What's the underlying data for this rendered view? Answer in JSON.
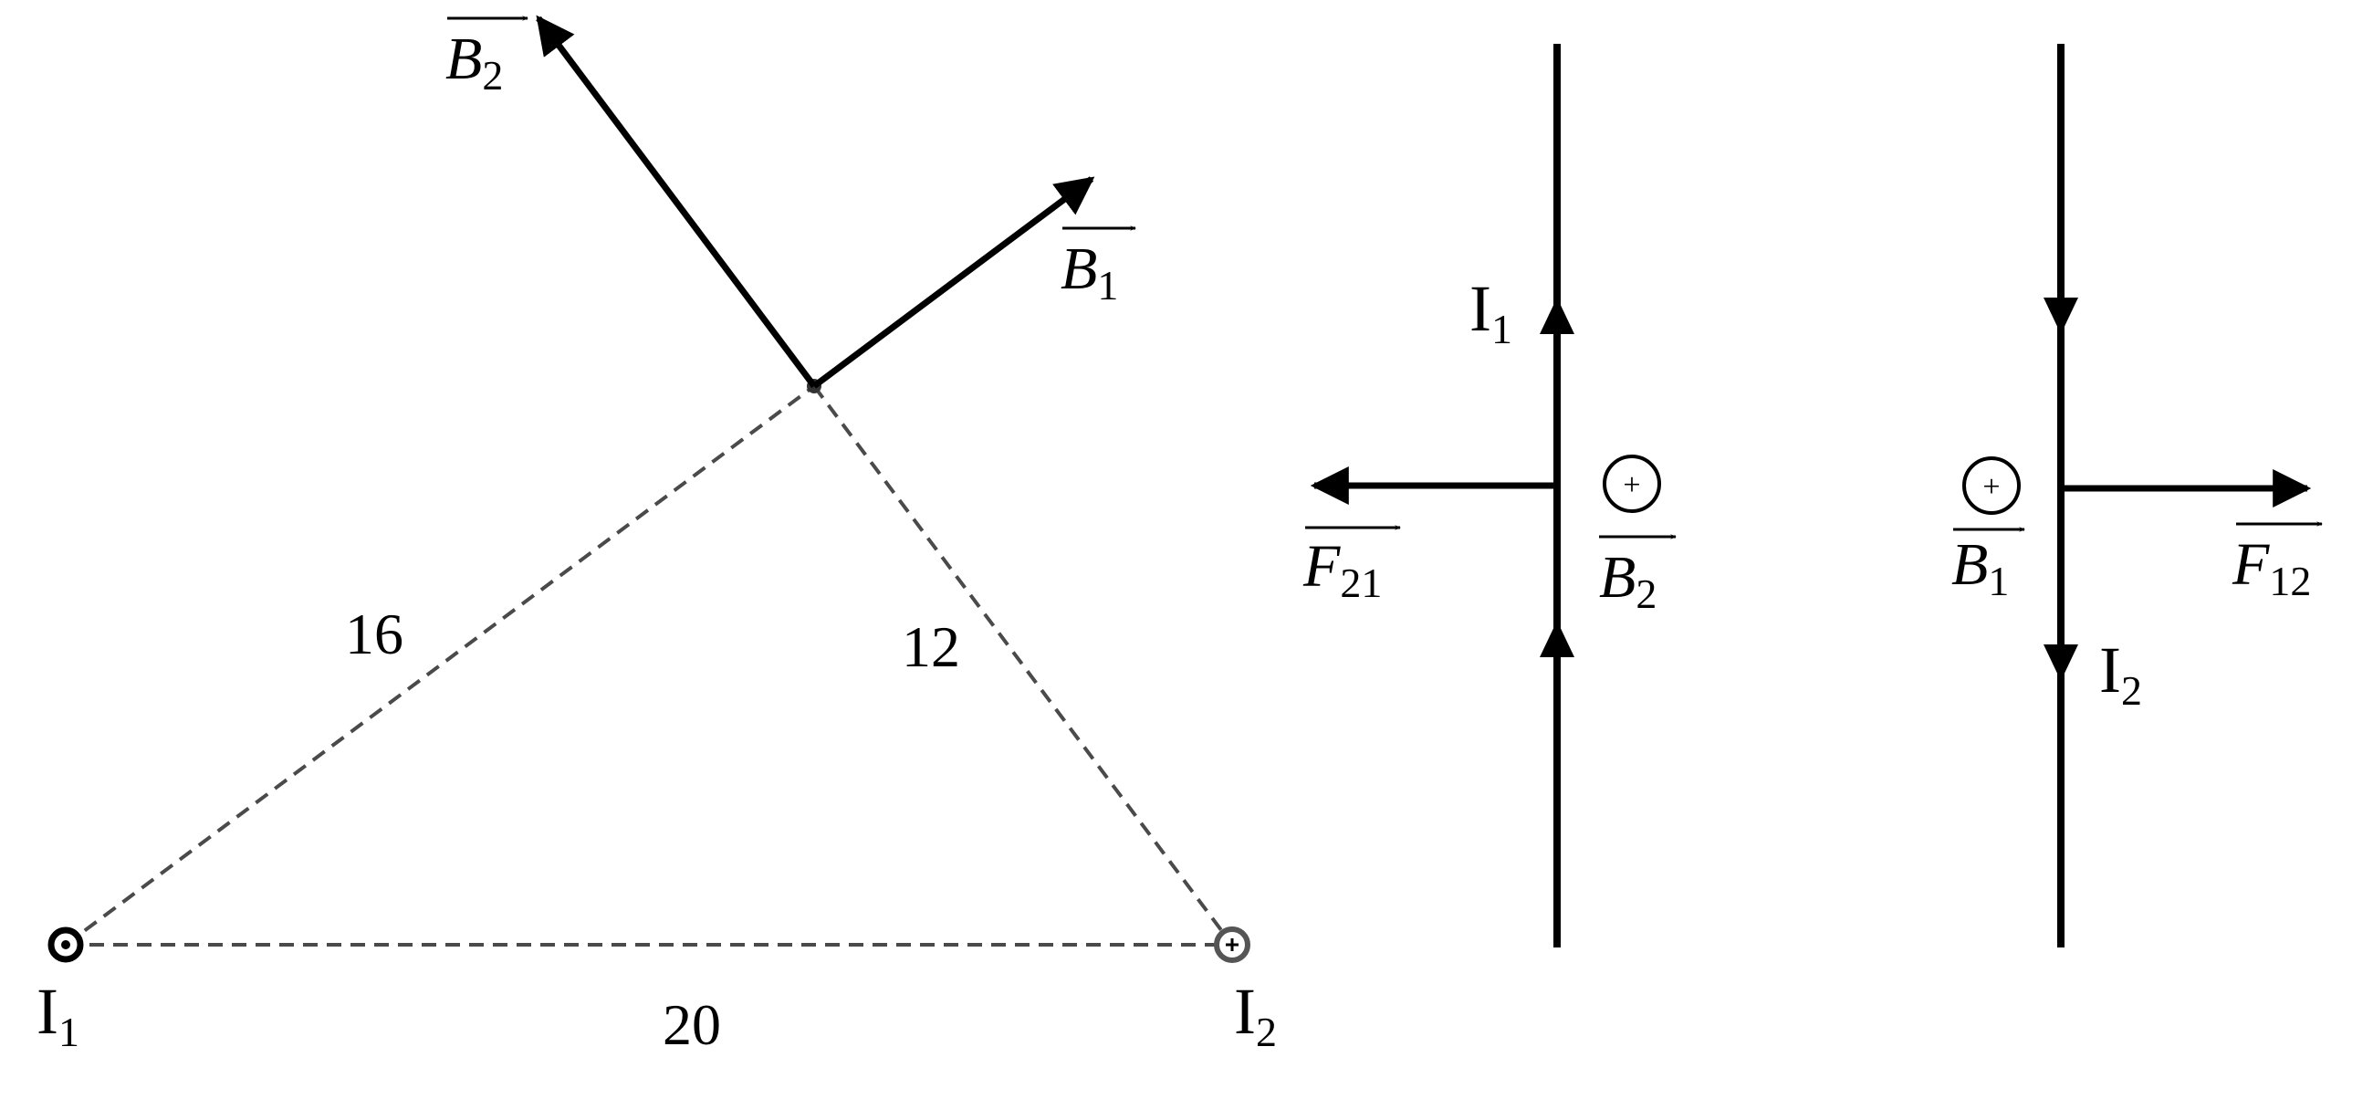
{
  "left_figure": {
    "side_i1_p": "16",
    "side_p_i2": "12",
    "side_i1_i2": "20",
    "wire1": {
      "base": "I",
      "sub": "1"
    },
    "wire2": {
      "base": "I",
      "sub": "2"
    },
    "b1": {
      "base": "B",
      "sub": "1"
    },
    "b2": {
      "base": "B",
      "sub": "2"
    }
  },
  "middle_figure": {
    "current": {
      "base": "I",
      "sub": "1"
    },
    "field": {
      "base": "B",
      "sub": "2"
    },
    "force": {
      "base": "F",
      "sub": "21"
    },
    "field_symbol": "+"
  },
  "right_figure": {
    "current": {
      "base": "I",
      "sub": "2"
    },
    "field": {
      "base": "B",
      "sub": "1"
    },
    "force": {
      "base": "F",
      "sub": "12"
    },
    "field_symbol": "+"
  },
  "colors": {
    "ink": "#000000",
    "dashed": "#4a4a4a"
  }
}
